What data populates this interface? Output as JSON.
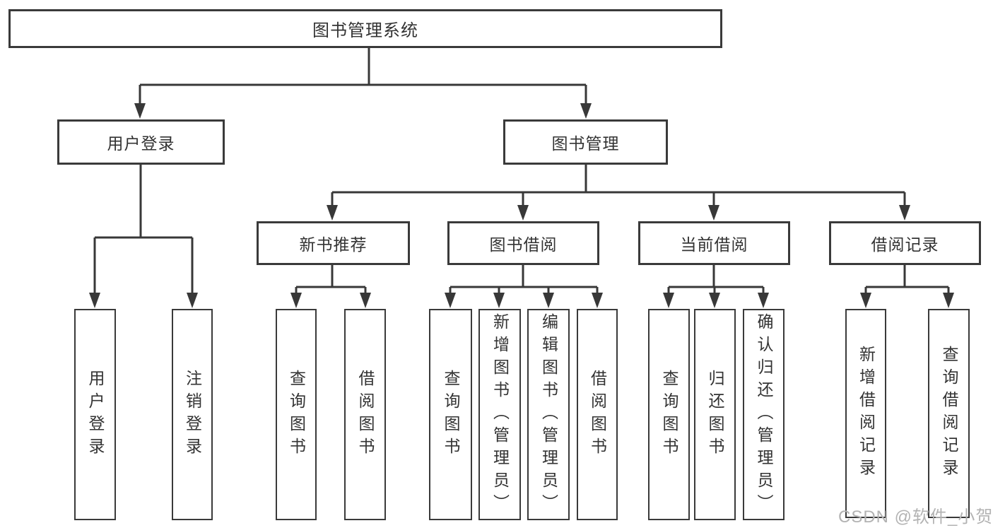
{
  "watermark": {
    "text": "CSDN @软件_小贺同学",
    "color": "#b3b3b3"
  },
  "colors": {
    "background": "#ffffff",
    "line": "#383838",
    "border": "#3a3a3a",
    "text": "#333333"
  },
  "diagram": {
    "type": "tree",
    "root": {
      "label": "图书管理系统"
    },
    "level1": [
      {
        "id": "user-login",
        "label": "用户登录"
      },
      {
        "id": "book-management",
        "label": "图书管理"
      }
    ],
    "login_children": [
      {
        "label": "用户登录"
      },
      {
        "label": "注销登录"
      }
    ],
    "management_children": [
      {
        "label": "新书推荐"
      },
      {
        "label": "图书借阅"
      },
      {
        "label": "当前借阅"
      },
      {
        "label": "借阅记录"
      }
    ],
    "recommend_children": [
      {
        "label": "查询图书"
      },
      {
        "label": "借阅图书"
      }
    ],
    "borrow_children": [
      {
        "label": "查询图书"
      },
      {
        "label": "新增图书（管理员）"
      },
      {
        "label": "编辑图书（管理员）"
      },
      {
        "label": "借阅图书"
      }
    ],
    "current_children": [
      {
        "label": "查询图书"
      },
      {
        "label": "归还图书"
      },
      {
        "label": "确认归还（管理员）"
      }
    ],
    "record_children": [
      {
        "label": "新增借阅记录"
      },
      {
        "label": "查询借阅记录"
      }
    ]
  }
}
